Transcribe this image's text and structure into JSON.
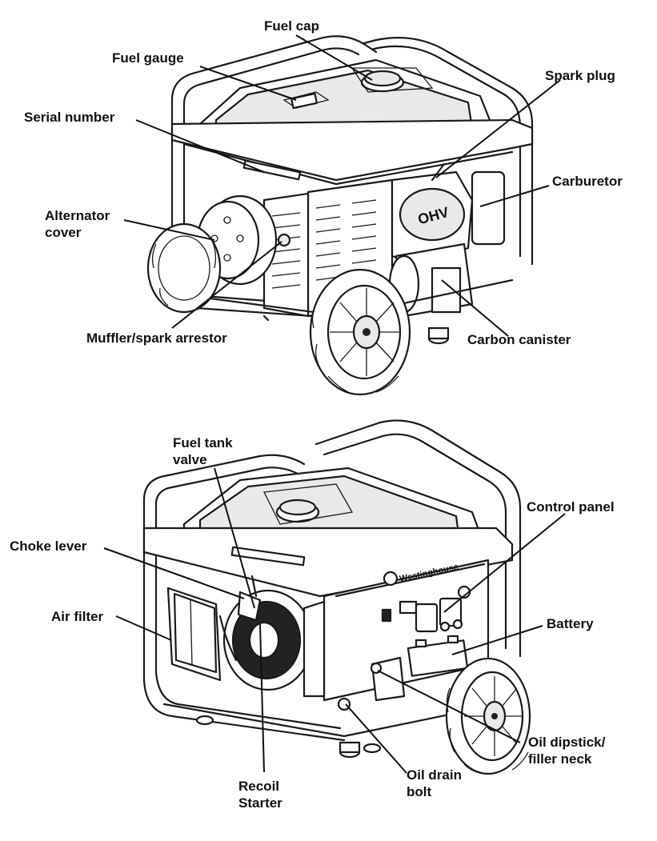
{
  "figure_top": {
    "labels": {
      "fuel_cap": "Fuel cap",
      "fuel_gauge": "Fuel gauge",
      "spark_plug": "Spark plug",
      "serial_number": "Serial number",
      "carburetor": "Carburetor",
      "alternator_cover": "Alternator\ncover",
      "muffler": "Muffler/spark arrestor",
      "carbon_canister": "Carbon canister"
    },
    "engine_badge": "OHV"
  },
  "figure_bottom": {
    "labels": {
      "fuel_tank_valve": "Fuel tank\nvalve",
      "control_panel": "Control panel",
      "choke_lever": "Choke lever",
      "air_filter": "Air filter",
      "battery": "Battery",
      "oil_dipstick": "Oil dipstick/\nfiller neck",
      "oil_drain_bolt": "Oil drain\nbolt",
      "recoil_starter": "Recoil\nStarter"
    },
    "brand_logo": "Westinghouse"
  }
}
